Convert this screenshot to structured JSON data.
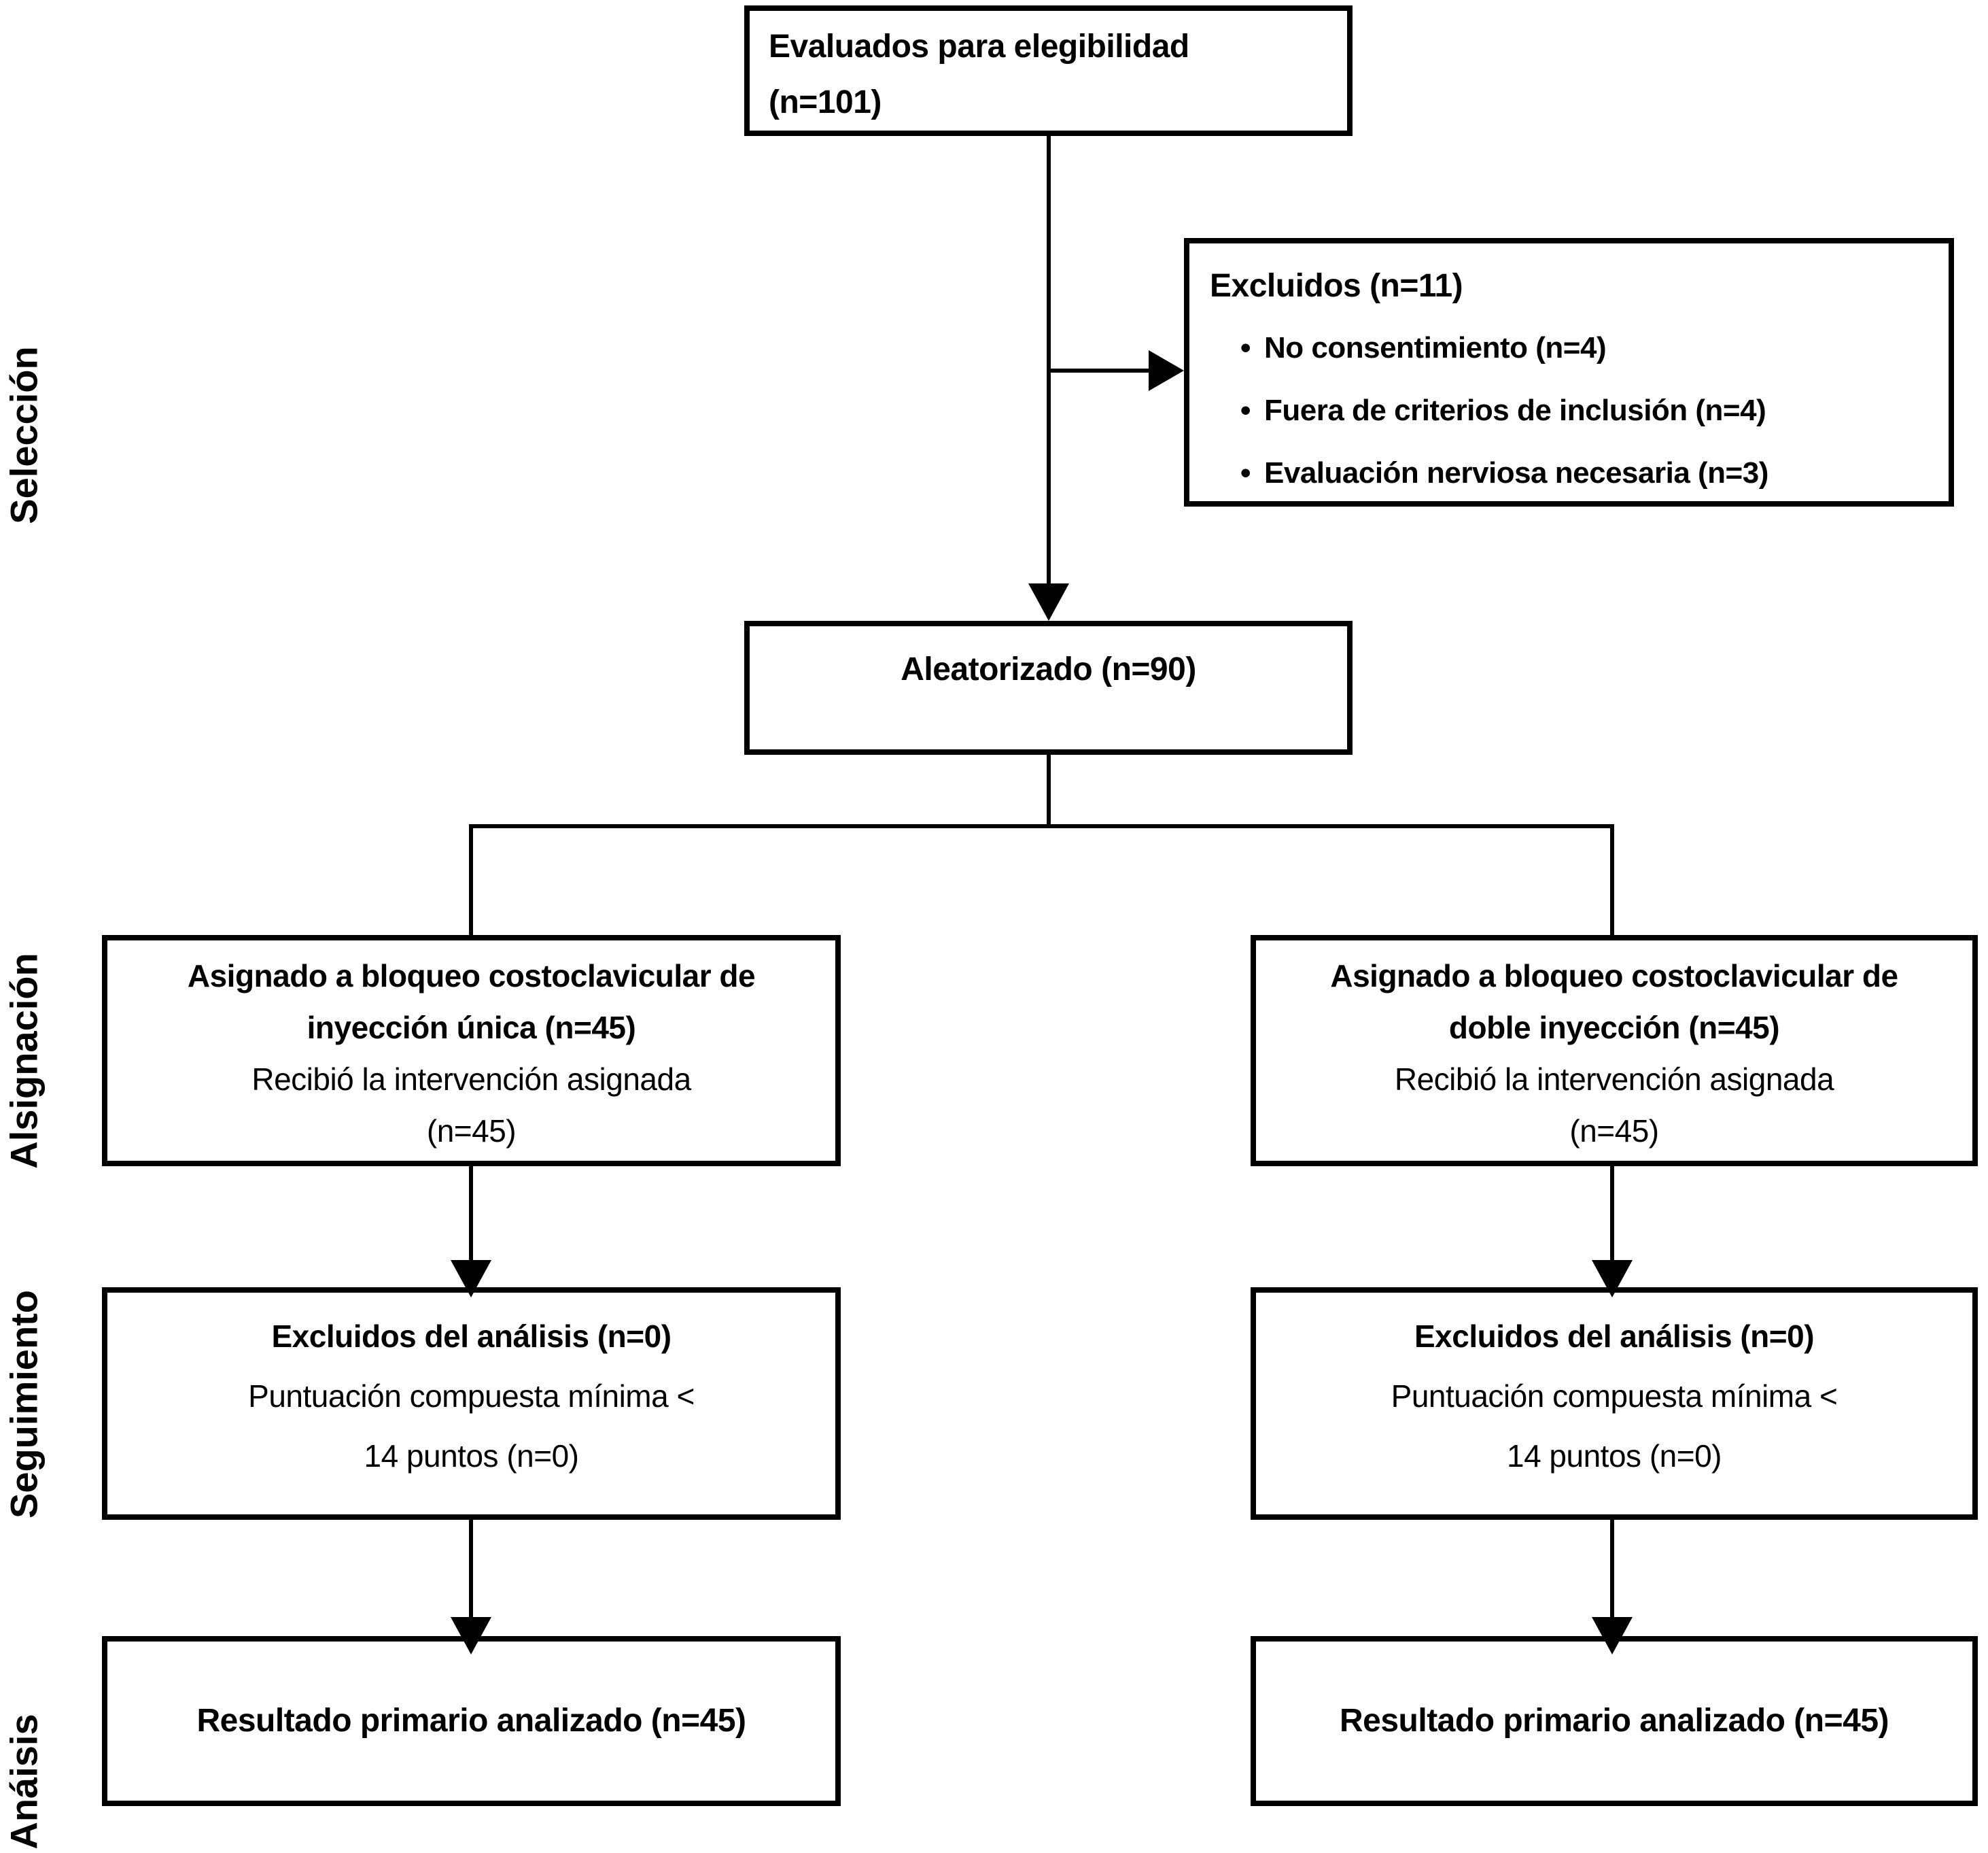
{
  "side_labels": [
    {
      "id": "seleccion",
      "label": "Selección"
    },
    {
      "id": "asignacion",
      "label": "Alsignación"
    },
    {
      "id": "seguimiento",
      "label": "Seguimiento"
    },
    {
      "id": "analisis",
      "label": "Anáisis"
    }
  ],
  "boxes": {
    "eligibility": {
      "line1": "Evaluados para elegibilidad",
      "line2": "(n=101)"
    },
    "excluded": {
      "title": "Excluidos (n=11)",
      "bullet_glyph": "•",
      "bullets": [
        "No consentimiento (n=4)",
        "Fuera de criterios de inclusión (n=4)",
        "Evaluación nerviosa necesaria (n=3)"
      ]
    },
    "randomized": {
      "line1": "Aleatorizado (n=90)"
    },
    "allocation_left": {
      "title_line1": "Asignado a bloqueo costoclavicular de",
      "title_line2": "inyección única (n=45)",
      "sub_line1": "Recibió la intervención asignada",
      "sub_line2": "(n=45)"
    },
    "allocation_right": {
      "title_line1": "Asignado a bloqueo costoclavicular de",
      "title_line2": "doble inyección (n=45)",
      "sub_line1": "Recibió la intervención asignada",
      "sub_line2": "(n=45)"
    },
    "followup_left": {
      "title": "Excluidos del análisis (n=0)",
      "sub_line1": "Puntuación compuesta mínima <",
      "sub_line2": "14 puntos (n=0)"
    },
    "followup_right": {
      "title": "Excluidos del análisis (n=0)",
      "sub_line1": "Puntuación compuesta mínima <",
      "sub_line2": "14 puntos (n=0)"
    },
    "analysis_left": {
      "title": "Resultado primario analizado (n=45)"
    },
    "analysis_right": {
      "title": "Resultado primario analizado (n=45)"
    }
  },
  "colors": {
    "background": "#ffffff",
    "border": "#000000",
    "text": "#000000",
    "line": "#000000"
  }
}
